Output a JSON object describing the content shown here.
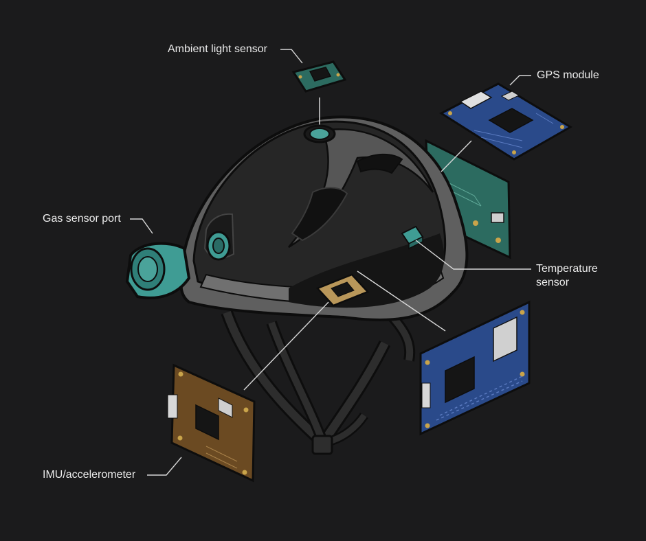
{
  "labels": {
    "ambient": "Ambient light sensor",
    "gps": "GPS module",
    "gas": "Gas sensor port",
    "temp": "Temperature sensor",
    "imu": "IMU/accelerometer"
  },
  "colors": {
    "background": "#1b1b1c",
    "teal": "#3f9c94",
    "shell_dark": "#262626",
    "shell_gray": "#5f5f5f",
    "pcb_blue": "#2a4a8a",
    "pcb_green": "#2c6b60",
    "pcb_gold": "#6b4a22",
    "leader": "#d8d8d8"
  }
}
